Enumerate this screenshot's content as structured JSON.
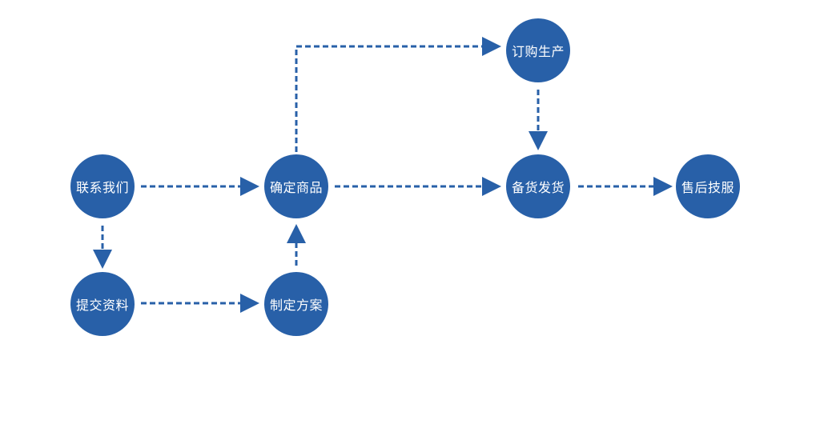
{
  "colors": {
    "node_fill": "#2860a8",
    "node_text": "#ffffff",
    "connector": "#2860a8",
    "background": "#ffffff"
  },
  "diagram": {
    "nodes": {
      "contact": "联系我们",
      "submit": "提交资料",
      "confirm": "确定商品",
      "plan": "制定方案",
      "order": "订购生产",
      "stock": "备货发货",
      "service": "售后技服"
    }
  }
}
